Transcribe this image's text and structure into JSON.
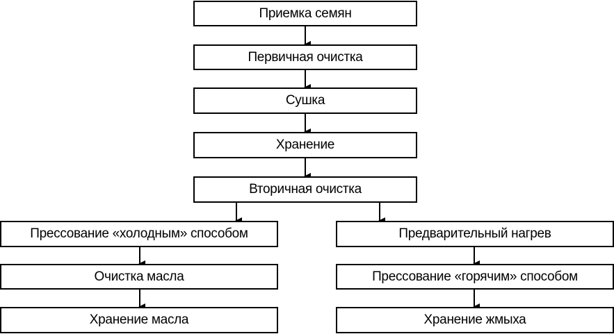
{
  "diagram": {
    "steps": {
      "receive": "Приемка семян",
      "primary_cleaning": "Первичная очистка",
      "drying": "Сушка",
      "storage": "Хранение",
      "secondary_cleaning": "Вторичная очистка"
    },
    "left_branch": {
      "cold_pressing": "Прессование «холодным» способом",
      "oil_cleaning": "Очистка масла",
      "oil_storage": "Хранение масла"
    },
    "right_branch": {
      "preheating": "Предварительный нагрев",
      "hot_pressing": "Прессование «горячим» способом",
      "cake_storage": "Хранение жмыха"
    }
  }
}
